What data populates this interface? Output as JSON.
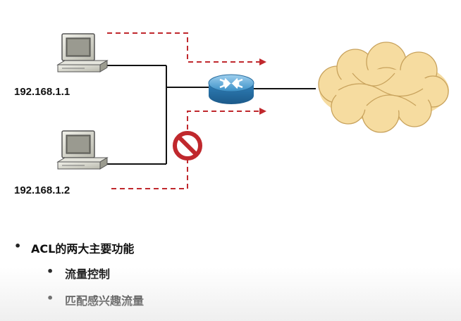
{
  "hosts": [
    {
      "ip": "192.168.1.1"
    },
    {
      "ip": "192.168.1.2"
    }
  ],
  "bullets": {
    "main": "ACL的两大主要功能",
    "sub": [
      "流量控制",
      "匹配感兴趣流量"
    ]
  },
  "colors": {
    "dashed_path": "#c0282d",
    "router": "#3a8fc6",
    "cloud_fill": "#f6dca0",
    "cloud_stroke": "#c8a25c",
    "prohibit": "#c0282d"
  }
}
